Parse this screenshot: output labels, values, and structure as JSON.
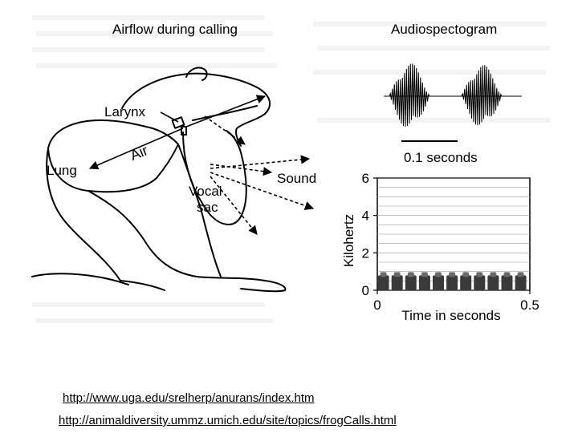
{
  "diagram": {
    "title": "Airflow during calling",
    "labels": {
      "larynx": "Larynx",
      "air": "Air",
      "lung": "Lung",
      "sound": "Sound",
      "vocal_sac_line1": "Vocal",
      "vocal_sac_line2": "sac"
    }
  },
  "audiospectogram": {
    "title": "Audiospectogram",
    "time_scale_label": "0.1 seconds"
  },
  "chart_data": {
    "type": "heatmap",
    "title": "",
    "xlabel": "Time in seconds",
    "ylabel": "Kilohertz",
    "xlim": [
      0,
      0.5
    ],
    "ylim": [
      0,
      6
    ],
    "x_ticks": [
      "0",
      "0.5"
    ],
    "y_ticks": [
      "0",
      "2",
      "4",
      "6"
    ],
    "grid": true,
    "pulse_times": [
      0.02,
      0.065,
      0.11,
      0.155,
      0.2,
      0.245,
      0.29,
      0.335,
      0.38,
      0.425,
      0.47
    ],
    "frequency_band_khz": [
      0,
      0.8
    ]
  },
  "links": [
    "http://www.uga.edu/srelherp/anurans/index.htm",
    "http://animaldiversity.ummz.umich.edu/site/topics/frogCalls.html"
  ]
}
